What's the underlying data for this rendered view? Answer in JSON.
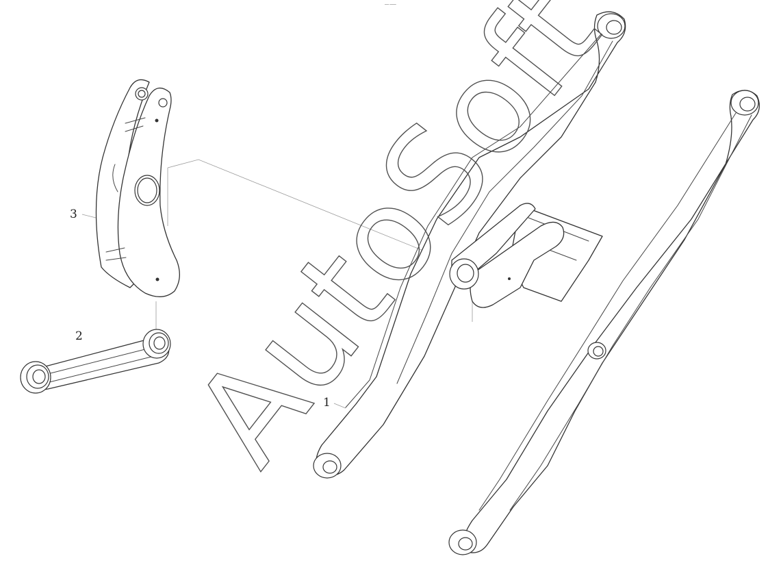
{
  "diagram": {
    "header_mark": "▔▔ ▔▔▔",
    "callouts": [
      {
        "id": "1",
        "label": "1"
      },
      {
        "id": "2",
        "label": "2"
      },
      {
        "id": "3",
        "label": "3"
      }
    ],
    "watermark": "AutoSoft",
    "colors": {
      "line": "#333333",
      "background": "#ffffff",
      "watermark": "#505050"
    }
  }
}
